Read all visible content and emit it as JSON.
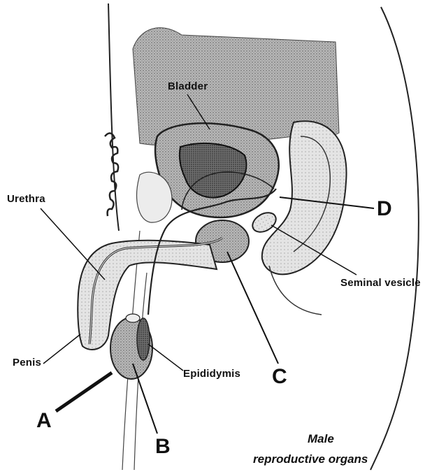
{
  "colors": {
    "ink": "#111111",
    "tissue_gray": "#7a7a7a",
    "bladder_shade": "#9a9a9a",
    "light_fill": "#dcdcdc",
    "background": "#ffffff"
  },
  "labels": {
    "bladder": "Bladder",
    "urethra": "Urethra",
    "penis": "Penis",
    "epididymis": "Epididymis",
    "seminal_vesicle": "Seminal vesicle",
    "a": "A",
    "b": "B",
    "c": "C",
    "d": "D"
  },
  "title": {
    "line1": "Male",
    "line2": "reproductive organs"
  }
}
